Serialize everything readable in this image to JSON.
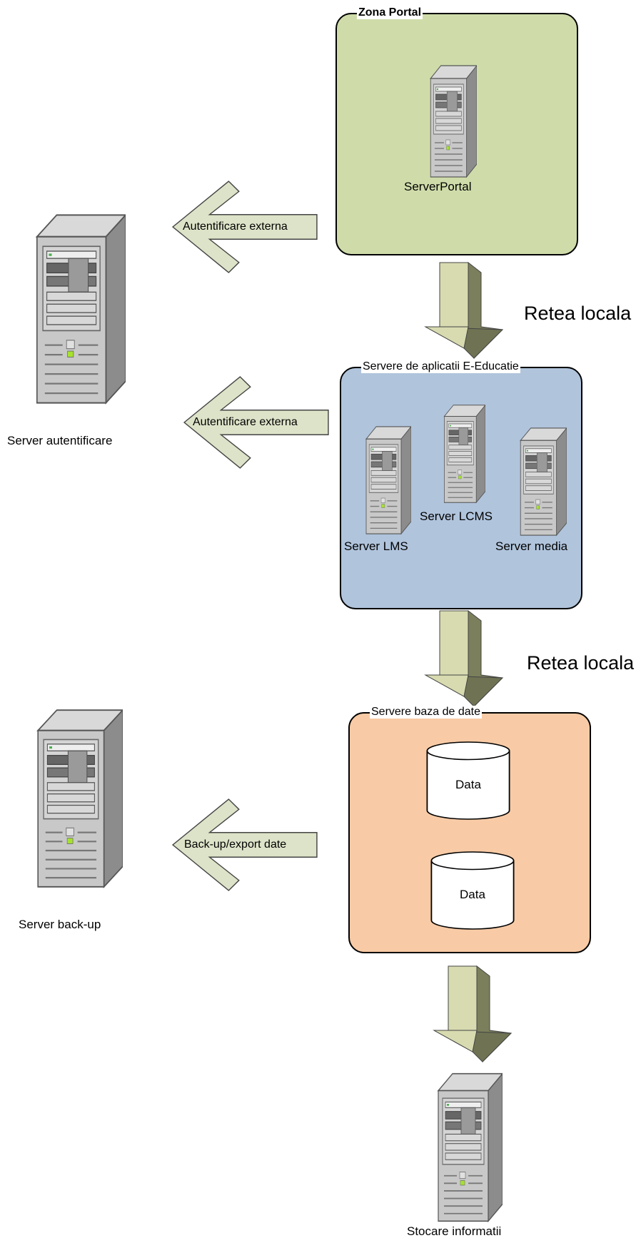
{
  "zones": {
    "portal": {
      "title": "Zona Portal",
      "server": "ServerPortal",
      "color": "#cfdcaa"
    },
    "apps": {
      "title": "Servere de aplicatii E-Educatie",
      "servers": [
        "Server LMS",
        "Server LCMS",
        "Server media"
      ],
      "color": "#b0c4dc"
    },
    "db": {
      "title": "Servere baza de date",
      "stores": [
        "Data",
        "Data"
      ],
      "color": "#f8cba6"
    }
  },
  "external": {
    "auth_server": "Server autentificare",
    "backup_server": "Server back-up",
    "storage_server": "Stocare informatii"
  },
  "arrows": {
    "auth_1": "Autentificare externa",
    "auth_2": "Autentificare externa",
    "backup": "Back-up/export date"
  },
  "network_labels": [
    "Retea locala",
    "Retea locala"
  ],
  "colors": {
    "arrow_fill": "#dde3c8",
    "down_arrow_fill": "#d8dbb0",
    "down_arrow_shadow": "#7c7f5c"
  }
}
